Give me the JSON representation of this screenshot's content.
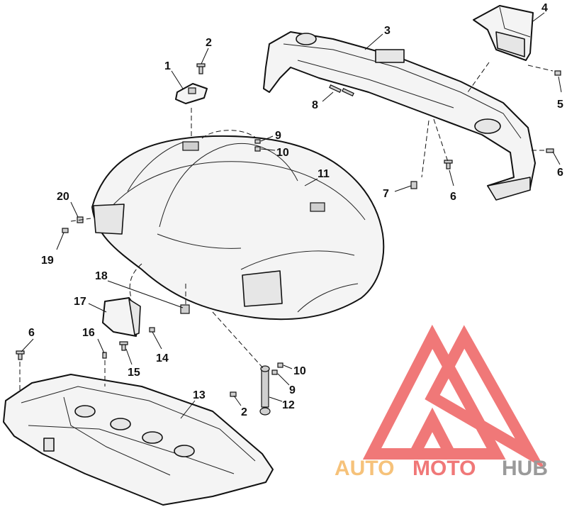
{
  "labels": {
    "l1": "1",
    "l2a": "2",
    "l2b": "2",
    "l3": "3",
    "l4": "4",
    "l5": "5",
    "l6a": "6",
    "l6b": "6",
    "l6c": "6",
    "l7": "7",
    "l8": "8",
    "l9a": "9",
    "l9b": "9",
    "l10a": "10",
    "l10b": "10",
    "l11": "11",
    "l12": "12",
    "l13": "13",
    "l14": "14",
    "l15": "15",
    "l16": "16",
    "l17": "17",
    "l18": "18",
    "l19": "19",
    "l20": "20"
  },
  "watermark": {
    "part1": "AUTO",
    "part2": "MOTO",
    "part3": "HUB",
    "colors": {
      "auto": "#f6c27a",
      "moto": "#f07878",
      "hub": "#9a9a9a",
      "triangle": "#f07878"
    }
  },
  "icons": [
    "logo-triangle-icon"
  ]
}
